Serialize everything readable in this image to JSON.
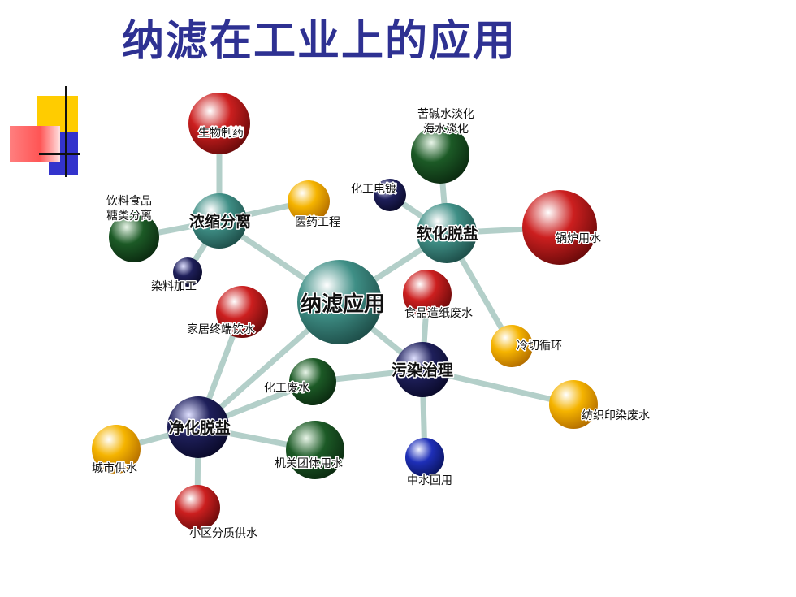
{
  "title": "纳滤在工业上的应用",
  "colors": {
    "title": "#2e3192",
    "red": "#cc1f1f",
    "green": "#1c5a26",
    "teal": "#3f8f86",
    "yellow": "#f5b400",
    "navy": "#1e1f5a",
    "blue": "#1e2fb8",
    "connector": "#b3cfc9"
  },
  "diagram": {
    "center": {
      "id": "center",
      "label": "纳滤应用"
    },
    "hubs": [
      {
        "id": "concentration",
        "label": "浓缩分离"
      },
      {
        "id": "softening",
        "label": "软化脱盐"
      },
      {
        "id": "wastewater",
        "label": "污染治理"
      },
      {
        "id": "purification",
        "label": "净化脱盐"
      }
    ],
    "leaves": [
      {
        "id": "bio",
        "label": "生物制药"
      },
      {
        "id": "beverage",
        "label": [
          "饮料食品",
          "糖类分离"
        ]
      },
      {
        "id": "pharma-eng",
        "label": "医药工程"
      },
      {
        "id": "dye",
        "label": "染料加工"
      },
      {
        "id": "desal",
        "label": [
          "苦碱水淡化",
          "海水淡化"
        ]
      },
      {
        "id": "plating",
        "label": "化工电镀"
      },
      {
        "id": "boiler",
        "label": "锅炉用水"
      },
      {
        "id": "cooling",
        "label": "冷切循环"
      },
      {
        "id": "food-paper",
        "label": "食品造纸废水"
      },
      {
        "id": "chem-waste",
        "label": "化工废水"
      },
      {
        "id": "textile",
        "label": "纺织印染废水"
      },
      {
        "id": "reuse",
        "label": "中水回用"
      },
      {
        "id": "home",
        "label": "家居终端饮水"
      },
      {
        "id": "city",
        "label": "城市供水"
      },
      {
        "id": "institution",
        "label": "机关团体用水"
      },
      {
        "id": "community",
        "label": "小区分质供水"
      }
    ],
    "links": [
      [
        "center",
        "concentration"
      ],
      [
        "center",
        "softening"
      ],
      [
        "center",
        "wastewater"
      ],
      [
        "center",
        "purification"
      ],
      [
        "concentration",
        "bio"
      ],
      [
        "concentration",
        "beverage"
      ],
      [
        "concentration",
        "pharma-eng"
      ],
      [
        "concentration",
        "dye"
      ],
      [
        "softening",
        "desal"
      ],
      [
        "softening",
        "plating"
      ],
      [
        "softening",
        "boiler"
      ],
      [
        "softening",
        "cooling"
      ],
      [
        "wastewater",
        "food-paper"
      ],
      [
        "wastewater",
        "chem-waste"
      ],
      [
        "wastewater",
        "textile"
      ],
      [
        "wastewater",
        "reuse"
      ],
      [
        "purification",
        "home"
      ],
      [
        "purification",
        "city"
      ],
      [
        "purification",
        "institution"
      ],
      [
        "purification",
        "community"
      ],
      [
        "purification",
        "chem-waste"
      ]
    ]
  }
}
